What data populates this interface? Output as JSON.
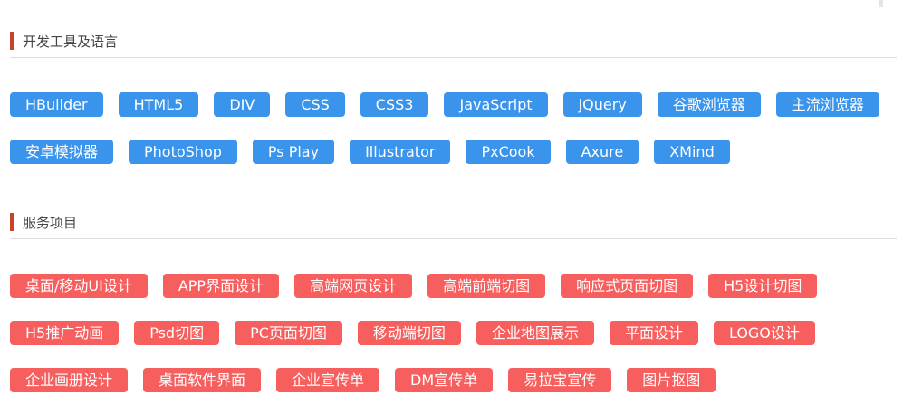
{
  "tools_section": {
    "title": "开发工具及语言",
    "tags": [
      "HBuilder",
      "HTML5",
      "DIV",
      "CSS",
      "CSS3",
      "JavaScript",
      "jQuery",
      "谷歌浏览器",
      "主流浏览器",
      "安卓模拟器",
      "PhotoShop",
      "Ps Play",
      "Illustrator",
      "PxCook",
      "Axure",
      "XMind"
    ],
    "tag_color": "#3a94eb"
  },
  "services_section": {
    "title": "服务项目",
    "tags": [
      "桌面/移动UI设计",
      "APP界面设计",
      "高端网页设计",
      "高端前端切图",
      "响应式页面切图",
      "H5设计切图",
      "H5推广动画",
      "Psd切图",
      "PC页面切图",
      "移动端切图",
      "企业地图展示",
      "平面设计",
      "LOGO设计",
      "企业画册设计",
      "桌面软件界面",
      "企业宣传单",
      "DM宣传单",
      "易拉宝宣传",
      "图片抠图"
    ],
    "tag_color": "#f75f5f"
  },
  "colors": {
    "accent_bar": "#c7432a",
    "divider": "#dcdcdc",
    "title_text": "#444444"
  }
}
